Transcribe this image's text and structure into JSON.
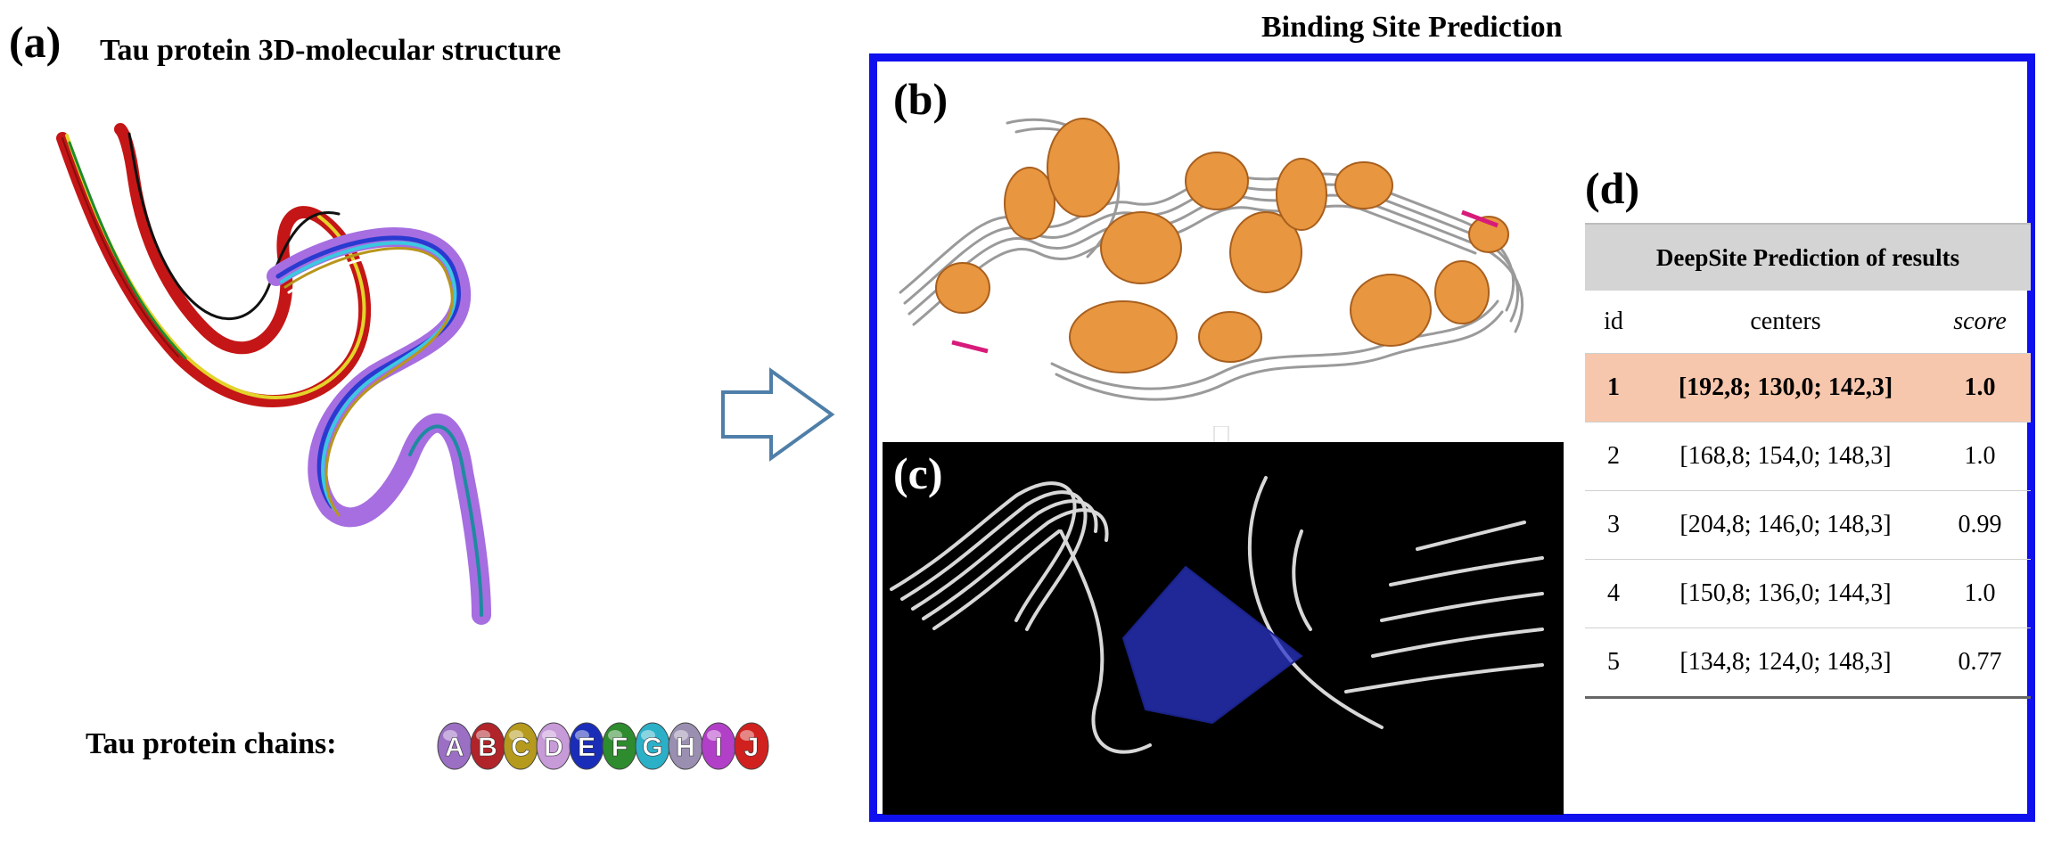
{
  "panels": {
    "a": {
      "label": "(a)",
      "title": "Tau protein 3D-molecular structure"
    },
    "b": {
      "label": "(b)"
    },
    "c": {
      "label": "(c)"
    },
    "d": {
      "label": "(d)"
    }
  },
  "section_title": "Binding Site Prediction",
  "chains": {
    "label": "Tau protein chains:",
    "items": [
      {
        "letter": "A",
        "color": "#9b6fc4"
      },
      {
        "letter": "B",
        "color": "#b0242a"
      },
      {
        "letter": "C",
        "color": "#b59a1d"
      },
      {
        "letter": "D",
        "color": "#c79ad8"
      },
      {
        "letter": "E",
        "color": "#1a2db8"
      },
      {
        "letter": "F",
        "color": "#2e8b2e"
      },
      {
        "letter": "G",
        "color": "#2bb0c8"
      },
      {
        "letter": "H",
        "color": "#9a8fb0"
      },
      {
        "letter": "I",
        "color": "#b23fc7"
      },
      {
        "letter": "J",
        "color": "#d0211f"
      }
    ]
  },
  "results_table": {
    "title": "DeepSite Prediction of results",
    "columns": [
      "id",
      "centers",
      "score"
    ],
    "rows": [
      {
        "id": "1",
        "centers": "[192,8; 130,0; 142,3]",
        "score": "1.0"
      },
      {
        "id": "2",
        "centers": "[168,8; 154,0; 148,3]",
        "score": "1.0"
      },
      {
        "id": "3",
        "centers": "[204,8; 146,0; 148,3]",
        "score": "0.99"
      },
      {
        "id": "4",
        "centers": "[150,8; 136,0; 144,3]",
        "score": "1.0"
      },
      {
        "id": "5",
        "centers": "[134,8; 124,0; 148,3]",
        "score": "0.77"
      }
    ]
  },
  "colors": {
    "frame": "#1010ee",
    "highlight_row": "#f7c7ad",
    "table_header": "#d4d4d4",
    "arrow": "#4f7fa8",
    "binding_box": "#2a35c8",
    "surface": "#e8963f"
  }
}
